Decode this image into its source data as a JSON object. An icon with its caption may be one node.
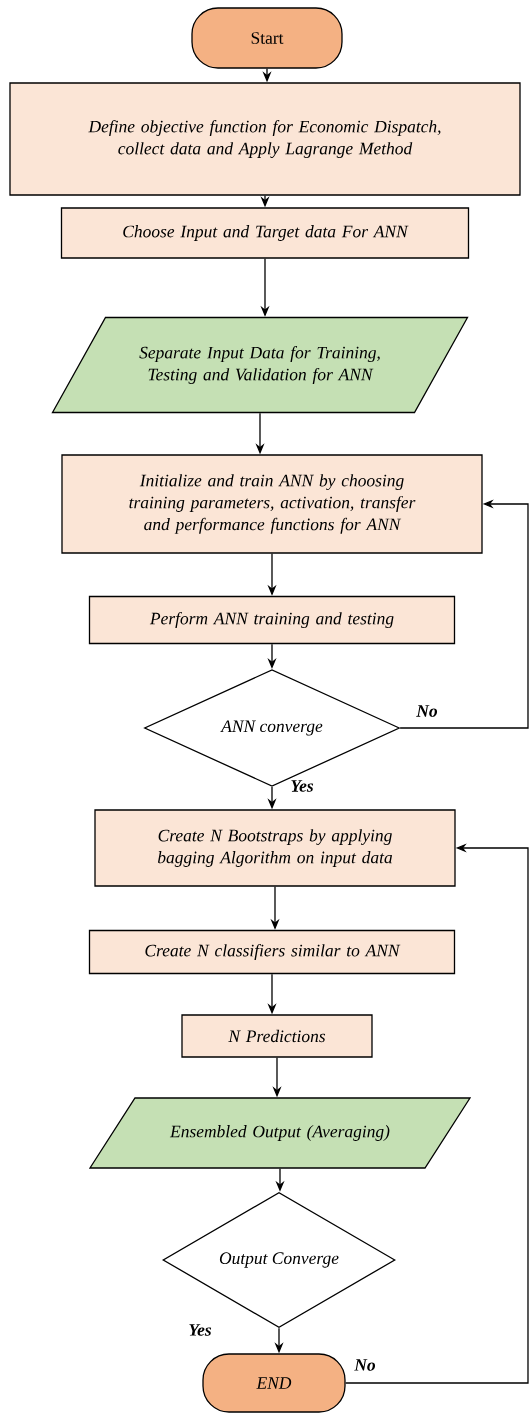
{
  "diagram": {
    "nodes": [
      {
        "text": [
          "Start"
        ]
      },
      {
        "text": [
          "Define objective function for Economic Dispatch, collect data and Apply Lagrange Method"
        ]
      },
      {
        "text": [
          "Choose Input and Target data For ANN"
        ]
      },
      {
        "text": [
          "Separate Input Data for Training, Testing and Validation for ANN"
        ]
      },
      {
        "text": [
          "Initialize and train ANN by choosing training parameters, activation, transfer and performance functions for ANN"
        ]
      },
      {
        "text": [
          "Perform ANN training and testing"
        ]
      },
      {
        "text": [
          "ANN converge"
        ]
      },
      {
        "text": [
          "Create N Bootstraps by applying bagging Algorithm on input data"
        ]
      },
      {
        "text": [
          "Create N classifiers similar to ANN"
        ]
      },
      {
        "text": [
          "N Predictions"
        ]
      },
      {
        "text": [
          "Ensembled Output (Averaging)"
        ]
      },
      {
        "text": [
          "Output Converge"
        ]
      },
      {
        "text": [
          "END"
        ]
      }
    ],
    "edges": [
      {
        "from": 0,
        "to": 1,
        "arrow": "to"
      },
      {
        "from": 1,
        "to": 2,
        "arrow": "to"
      },
      {
        "from": 2,
        "to": 3,
        "arrow": "to"
      },
      {
        "from": 3,
        "to": 4,
        "arrow": "to"
      },
      {
        "from": 4,
        "to": 5,
        "arrow": "to"
      },
      {
        "from": 5,
        "to": 6,
        "arrow": "to"
      },
      {
        "from": 6,
        "to": 4,
        "arrow": "to",
        "label": "No"
      },
      {
        "from": 6,
        "to": 7,
        "arrow": "to",
        "label": "Yes"
      },
      {
        "from": 7,
        "to": 8,
        "arrow": "to"
      },
      {
        "from": 8,
        "to": 9,
        "arrow": "to"
      },
      {
        "from": 9,
        "to": 10,
        "arrow": "to"
      },
      {
        "from": 10,
        "to": 11,
        "arrow": "to"
      },
      {
        "from": 11,
        "to": 12,
        "arrow": "to",
        "label": "Yes"
      },
      {
        "from": 12,
        "to": 7,
        "arrow": "to",
        "label": "No"
      }
    ]
  }
}
